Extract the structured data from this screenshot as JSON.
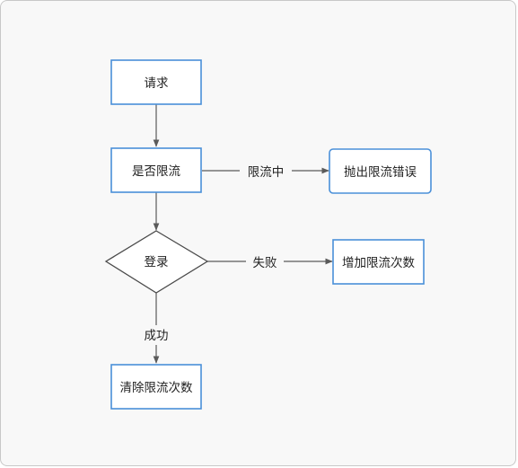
{
  "diagram": {
    "nodes": {
      "request": {
        "label": "请求"
      },
      "check_limited": {
        "label": "是否限流"
      },
      "throw_error": {
        "label": "抛出限流错误"
      },
      "login": {
        "label": "登录"
      },
      "add_count": {
        "label": "增加限流次数"
      },
      "clear_count": {
        "label": "清除限流次数"
      }
    },
    "edges": {
      "limited": {
        "label": "限流中"
      },
      "failed": {
        "label": "失败"
      },
      "success": {
        "label": "成功"
      }
    }
  },
  "colors": {
    "node_border": "#4a90d9",
    "diamond_border": "#4a4a4a",
    "edge": "#5a5a5a",
    "background": "#f8f8f8",
    "text": "#222222"
  }
}
